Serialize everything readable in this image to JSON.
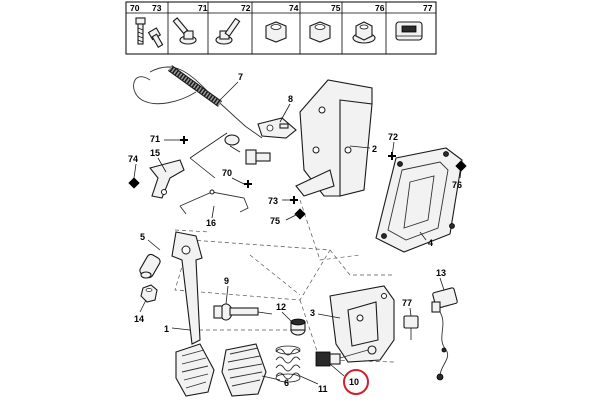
{
  "header_parts": [
    {
      "number": "70",
      "icon": "bolt-icon"
    },
    {
      "number": "73",
      "icon": "bolt-icon"
    },
    {
      "number": "71",
      "icon": "flange-bolt-icon"
    },
    {
      "number": "72",
      "icon": "flange-bolt-icon"
    },
    {
      "number": "74",
      "icon": "nut-icon"
    },
    {
      "number": "75",
      "icon": "nut-icon"
    },
    {
      "number": "76",
      "icon": "flange-nut-icon"
    },
    {
      "number": "77",
      "icon": "clip-icon"
    }
  ],
  "callouts": [
    {
      "id": "7",
      "text": "7"
    },
    {
      "id": "8",
      "text": "8"
    },
    {
      "id": "71",
      "text": "71"
    },
    {
      "id": "72",
      "text": "72"
    },
    {
      "id": "2",
      "text": "2"
    },
    {
      "id": "15",
      "text": "15"
    },
    {
      "id": "74",
      "text": "74"
    },
    {
      "id": "70",
      "text": "70"
    },
    {
      "id": "73",
      "text": "73"
    },
    {
      "id": "76",
      "text": "76"
    },
    {
      "id": "75",
      "text": "75"
    },
    {
      "id": "16",
      "text": "16"
    },
    {
      "id": "4",
      "text": "4"
    },
    {
      "id": "5",
      "text": "5"
    },
    {
      "id": "9",
      "text": "9"
    },
    {
      "id": "13",
      "text": "13"
    },
    {
      "id": "14",
      "text": "14"
    },
    {
      "id": "12",
      "text": "12"
    },
    {
      "id": "3",
      "text": "3"
    },
    {
      "id": "77",
      "text": "77"
    },
    {
      "id": "1",
      "text": "1"
    },
    {
      "id": "6",
      "text": "6"
    },
    {
      "id": "11",
      "text": "11"
    },
    {
      "id": "10",
      "text": "10"
    }
  ],
  "highlighted_callout": "10",
  "highlight_color": "#d0202a"
}
